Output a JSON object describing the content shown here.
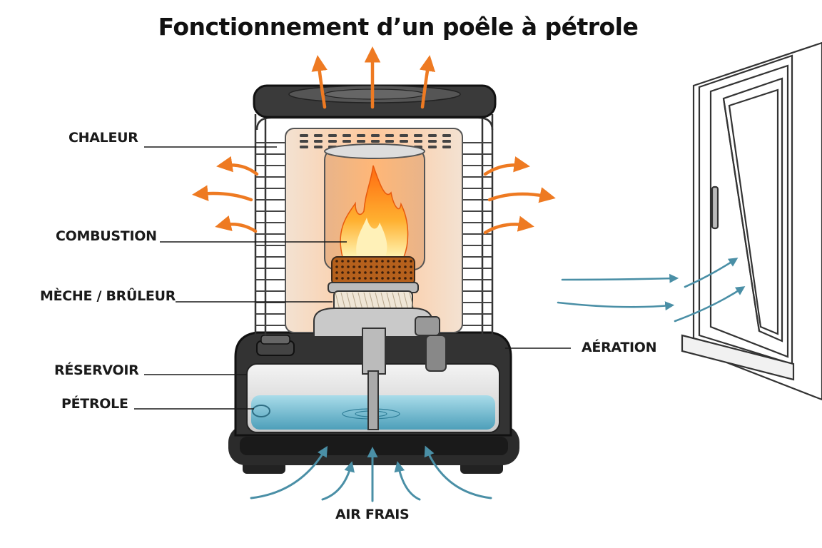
{
  "title": "Fonctionnement d’un poêle à pétrole",
  "labels": {
    "chaleur": "CHALEUR",
    "combustion": "COMBUSTION",
    "meche": "MÈCHE / BRÛLEUR",
    "reservoir": "RÉSERVOIR",
    "petrole": "PÉTROLE",
    "aeration": "AÉRATION",
    "air_frais": "AIR FRAIS"
  },
  "colors": {
    "heat_arrow": "#ee7a22",
    "air_arrow": "#4a8fa6",
    "flame": "#ff8a1c",
    "fuel": "#7fc4d8",
    "body": "#2a2a2a"
  }
}
